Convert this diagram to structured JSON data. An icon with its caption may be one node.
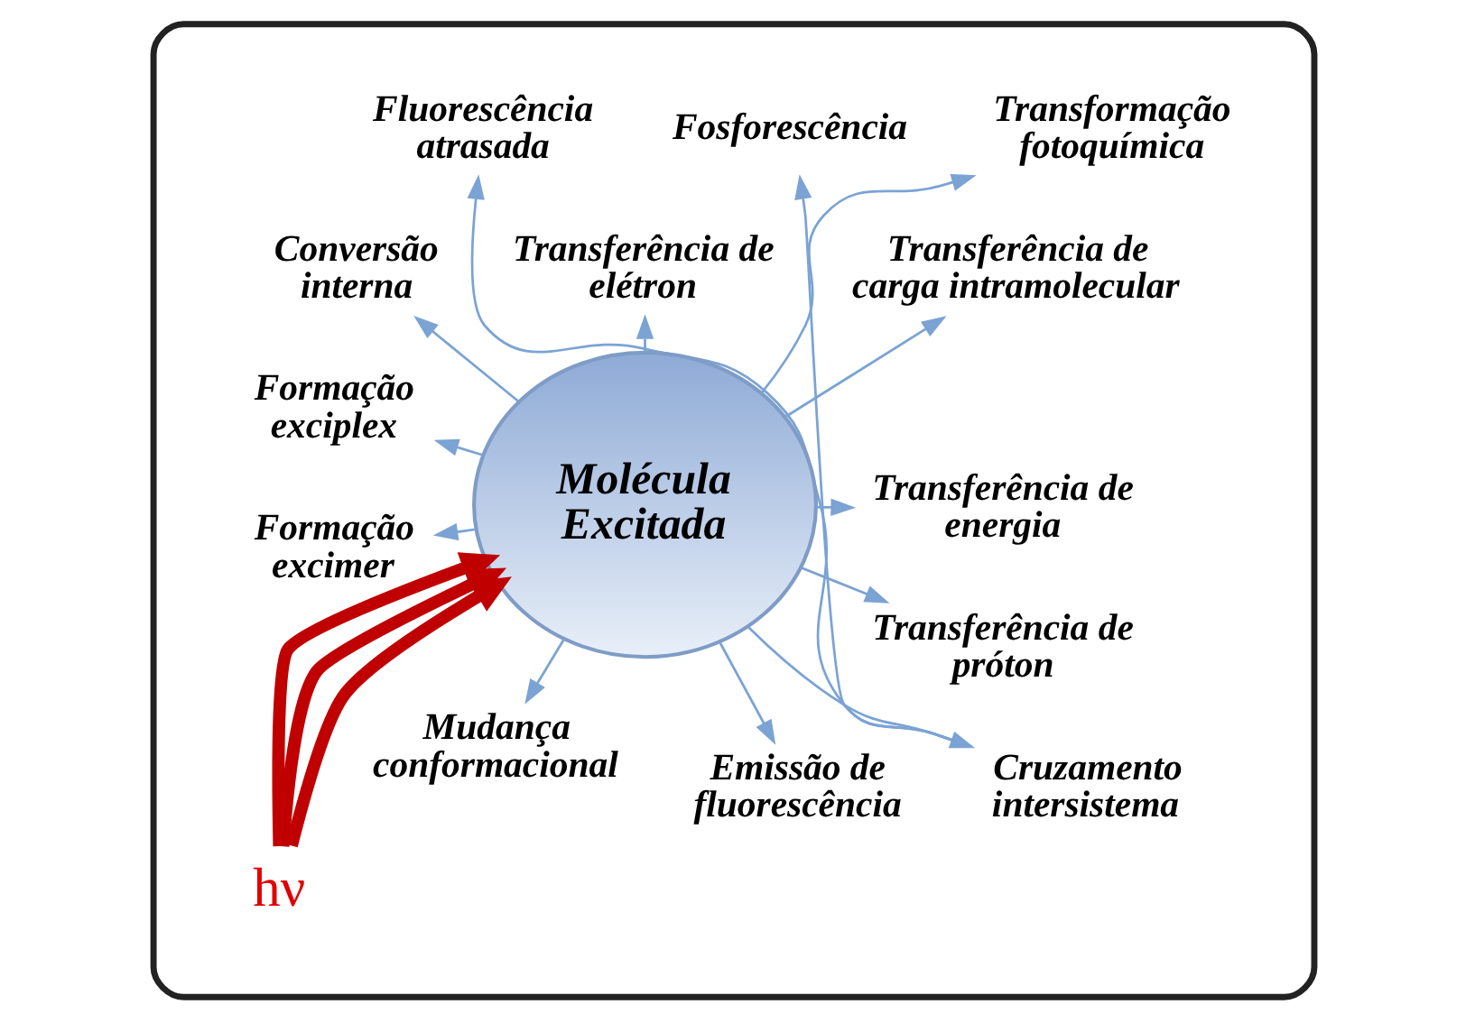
{
  "diagram": {
    "nodes": [
      {
        "text": [],
        "shape": "box"
      },
      {
        "text": [
          "Fosforescência"
        ],
        "in": 0
      },
      {
        "text": [
          "Cruzamento intersistema"
        ],
        "in": 0
      },
      {
        "text": [
          "Fluorescência atrasada"
        ],
        "in": 0
      },
      {
        "text": [
          "Emissão de fluorescência"
        ],
        "in": 0
      },
      {
        "text": [
          "Conversão interna"
        ],
        "in": 0
      },
      {
        "text": [
          "hν"
        ],
        "in": 0
      },
      {
        "text": [
          "Transferência de carga intramolecular"
        ],
        "in": 0
      },
      {
        "text": [
          "Molécula Excitada"
        ],
        "in": 0
      },
      {
        "text": [
          "Mudança conformacional"
        ],
        "in": 0
      },
      {
        "text": [
          "Transformação fotoquímica"
        ],
        "in": 0
      },
      {
        "text": [
          "Transferência de elétron"
        ],
        "in": 0
      },
      {
        "text": [
          "Formação exciplex"
        ],
        "in": 0
      },
      {
        "text": [
          "Transferência de próton"
        ],
        "in": 0
      },
      {
        "text": [
          "Formação excimer"
        ],
        "in": 0
      },
      {
        "text": [
          "Transferência de energia"
        ],
        "in": 0
      }
    ],
    "edges": [
      {
        "from": 8,
        "to": 2,
        "arrow": "to"
      },
      {
        "from": 2,
        "to": 1,
        "arrow": "to"
      },
      {
        "from": 2,
        "to": 3,
        "arrow": "to"
      },
      {
        "from": 8,
        "to": 4,
        "arrow": "to"
      },
      {
        "from": 8,
        "to": 5,
        "arrow": "to"
      },
      {
        "from": 8,
        "to": 7,
        "arrow": "to"
      },
      {
        "from": 8,
        "to": 9,
        "arrow": "to"
      },
      {
        "from": 8,
        "to": 10,
        "arrow": "to"
      },
      {
        "from": 8,
        "to": 11,
        "arrow": "to"
      },
      {
        "from": 8,
        "to": 12,
        "arrow": "to"
      },
      {
        "from": 8,
        "to": 13,
        "arrow": "to"
      },
      {
        "from": 8,
        "to": 14,
        "arrow": "to"
      },
      {
        "from": 8,
        "to": 15,
        "arrow": "to"
      },
      {
        "from": 6,
        "to": 8,
        "arrow": "to",
        "style": "thick",
        "color": "#c00000"
      },
      {
        "from": 6,
        "to": 8,
        "arrow": "to",
        "style": "thick",
        "color": "#c00000"
      },
      {
        "from": 6,
        "to": 8,
        "arrow": "to",
        "style": "thick",
        "color": "#c00000"
      }
    ]
  }
}
